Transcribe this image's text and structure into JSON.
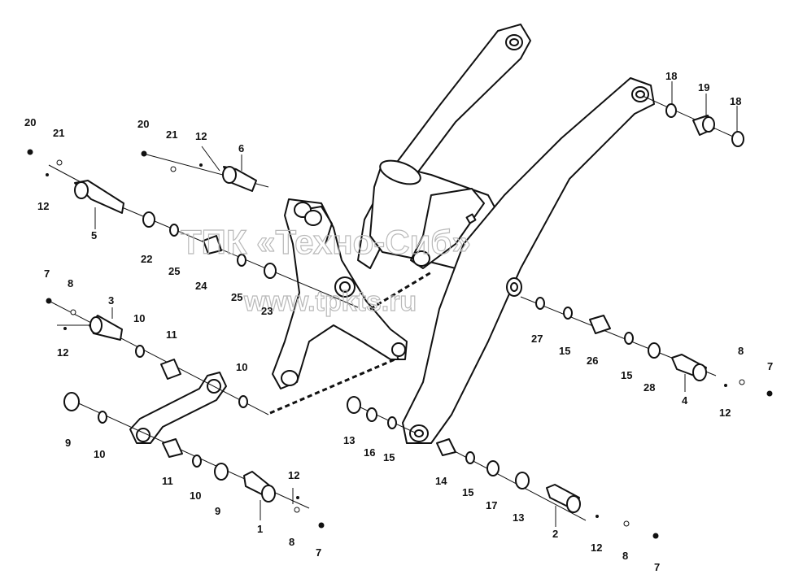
{
  "watermark": {
    "title": "ТПК «Техно-Сиб»",
    "url": "www.tpkts.ru"
  },
  "parts": {
    "p1": "1",
    "p2": "2",
    "p3": "3",
    "p4": "4",
    "p5": "5",
    "p6": "6",
    "p7": "7",
    "p8": "8",
    "p9": "9",
    "p10": "10",
    "p11": "11",
    "p12": "12",
    "p13": "13",
    "p14": "14",
    "p15": "15",
    "p16": "16",
    "p17": "17",
    "p18": "18",
    "p19": "19",
    "p20": "20",
    "p21": "21",
    "p22": "22",
    "p23": "23",
    "p24": "24",
    "p25": "25",
    "p26": "26",
    "p27": "27",
    "p28": "28"
  }
}
